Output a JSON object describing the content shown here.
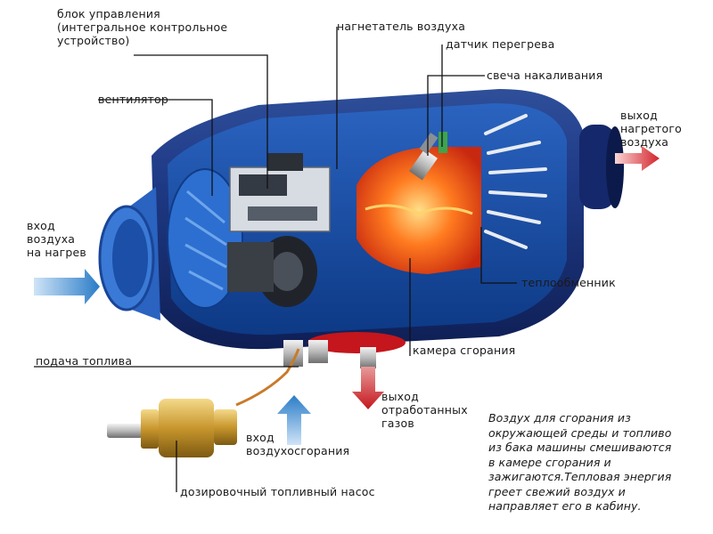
{
  "labels": {
    "control_unit": "блок управления\n(интегральное контрольное\nустройство)",
    "fan": "вентилятор",
    "air_blower": "нагнетатель воздуха",
    "overheat_sensor": "датчик перегрева",
    "glow_plug": "свеча накаливания",
    "hot_air_out": "выход\nнагретого\nвоздуха",
    "air_in": "вход\nвоздуха\nна нагрев",
    "heat_exchanger": "теплообменник",
    "combustion_chamber": "камера сгорания",
    "fuel_supply": "подача топлива",
    "exhaust_out": "выход\nотработанных\nгазов",
    "combustion_air_in": "вход\nвоздухосгорания",
    "dosing_pump": "дозировочный топливный насос"
  },
  "description": "Воздух для сгорания из\nокружающей среды и топливо\nиз бака машины смешиваются\nв камере сгорания и\nзажигаются.Тепловая энергия\nгреет свежий воздух и\nнаправляет его в кабину."
}
